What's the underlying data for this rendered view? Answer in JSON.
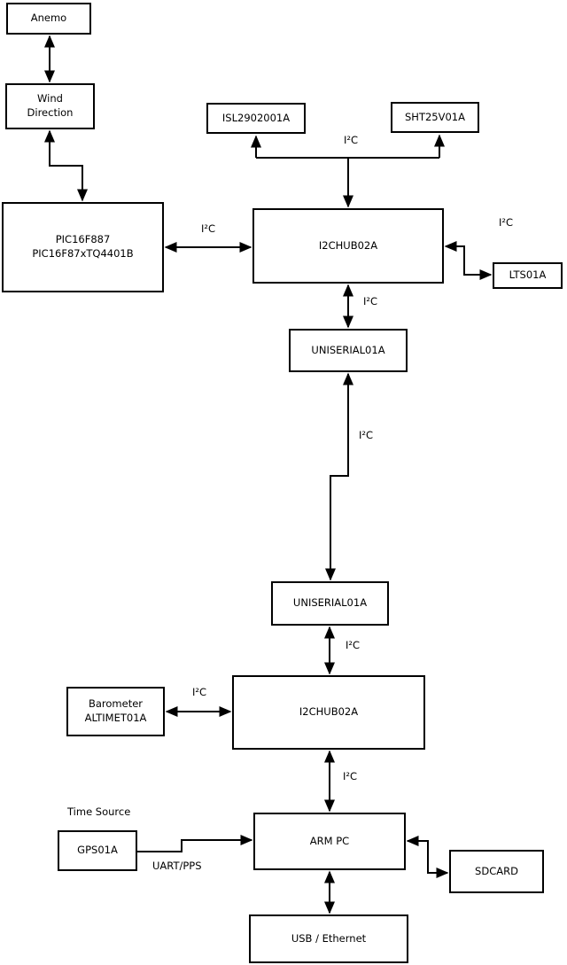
{
  "background_color": "#ffffff",
  "stroke_color": "#000000",
  "nodes": {
    "anemo": "Anemo",
    "wind_direction": "Wind\nDirection",
    "pic": "PIC16F887\nPIC16F87xTQ4401B",
    "isl": "ISL2902001A",
    "sht": "SHT25V01A",
    "hub1": "I2CHUB02A",
    "lts": "LTS01A",
    "uniserial1": "UNISERIAL01A",
    "uniserial2": "UNISERIAL01A",
    "hub2": "I2CHUB02A",
    "barometer": "Barometer\nALTIMET01A",
    "gps": "GPS01A",
    "arm_pc": "ARM PC",
    "sdcard": "SDCARD",
    "usb_ethernet": "USB / Ethernet"
  },
  "labels": {
    "i2c": "I²C",
    "time_source": "Time Source",
    "uart_pps": "UART/PPS"
  }
}
